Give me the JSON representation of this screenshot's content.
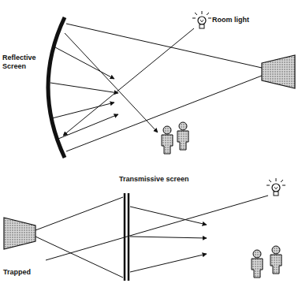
{
  "diagram": {
    "labels": [
      "Reflective Screen",
      "Room light",
      "Transmissive screen",
      "Trapped"
    ]
  }
}
